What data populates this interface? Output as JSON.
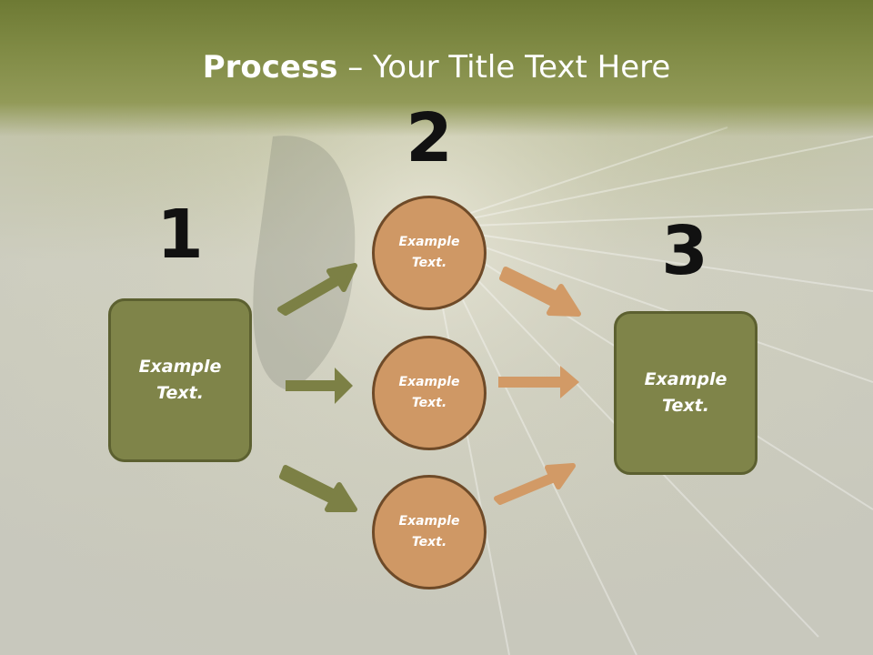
{
  "title": {
    "bold": "Process",
    "rest": " – Your Title Text Here"
  },
  "steps": {
    "one": "1",
    "two": "2",
    "three": "3"
  },
  "left_box": {
    "line1": "Example",
    "line2": "Text."
  },
  "right_box": {
    "line1": "Example",
    "line2": "Text."
  },
  "circles": [
    {
      "line1": "Example",
      "line2": "Text."
    },
    {
      "line1": "Example",
      "line2": "Text."
    },
    {
      "line1": "Example",
      "line2": "Text."
    }
  ],
  "colors": {
    "box_fill": "#7f8449",
    "circle_fill": "#cf9865",
    "green_arrow": "#7c8045",
    "orange_arrow": "#d29a66",
    "header": "#7f8a44"
  }
}
